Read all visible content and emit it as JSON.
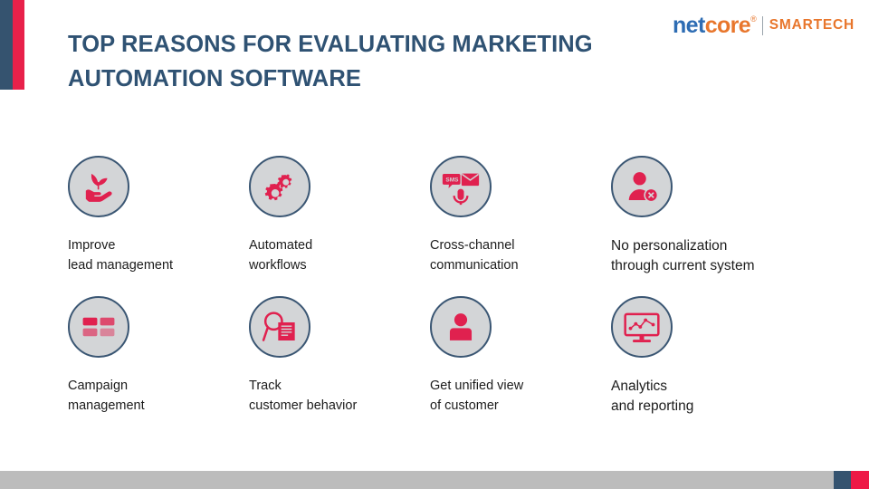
{
  "slide": {
    "title": "TOP REASONS FOR EVALUATING MARKETING AUTOMATION SOFTWARE",
    "background_color": "#ffffff"
  },
  "accent_bar": {
    "navy_color": "#35536f",
    "crimson_color": "#e8214a"
  },
  "logo": {
    "part_net": "net",
    "part_core": "core",
    "registered_mark": "®",
    "divider": "|",
    "smartech": "SMARTECH",
    "net_color": "#2d6cb3",
    "core_color": "#e8762c",
    "smartech_color": "#e8762c"
  },
  "theme": {
    "title_color": "#2f5273",
    "icon_fill": "#e0214f",
    "icon_circle_fill": "#d3d5d7",
    "icon_circle_stroke": "#3a5673",
    "label_color": "#1c1c1c",
    "footer_color": "#bcbcbc"
  },
  "cards": [
    {
      "icon": "hand-plant-icon",
      "label": "Improve\nlead management"
    },
    {
      "icon": "gears-icon",
      "label": "Automated\nworkflows"
    },
    {
      "icon": "sms-email-voice-icon",
      "label": "Cross-channel\ncommunication"
    },
    {
      "icon": "user-blocked-icon",
      "label": "No personalization\nthrough current system"
    },
    {
      "icon": "grid-blocks-icon",
      "label": "Campaign\nmanagement"
    },
    {
      "icon": "magnifier-document-icon",
      "label": "Track\ncustomer behavior"
    },
    {
      "icon": "user-icon",
      "label": "Get unified view\nof customer"
    },
    {
      "icon": "monitor-chart-icon",
      "label": "Analytics\nand reporting"
    }
  ],
  "footer": {
    "navy_color": "#35536f",
    "crimson_color": "#ee1846"
  }
}
